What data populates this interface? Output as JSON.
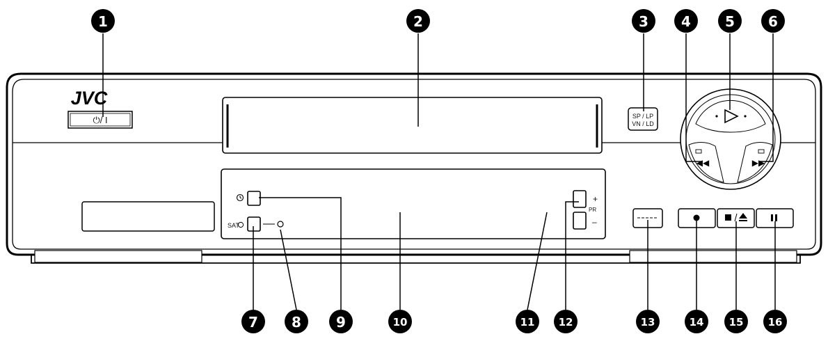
{
  "brand": "JVC",
  "power_label": "⏻/ I",
  "mode_label_top": "SP / LP",
  "mode_label_bottom": "VN / LD",
  "pr_label": "PR",
  "pr_plus": "+",
  "pr_minus": "–",
  "sat_label": "SAT",
  "callouts": [
    "1",
    "2",
    "3",
    "4",
    "5",
    "6",
    "7",
    "8",
    "9",
    "10",
    "11",
    "12",
    "13",
    "14",
    "15",
    "16"
  ]
}
